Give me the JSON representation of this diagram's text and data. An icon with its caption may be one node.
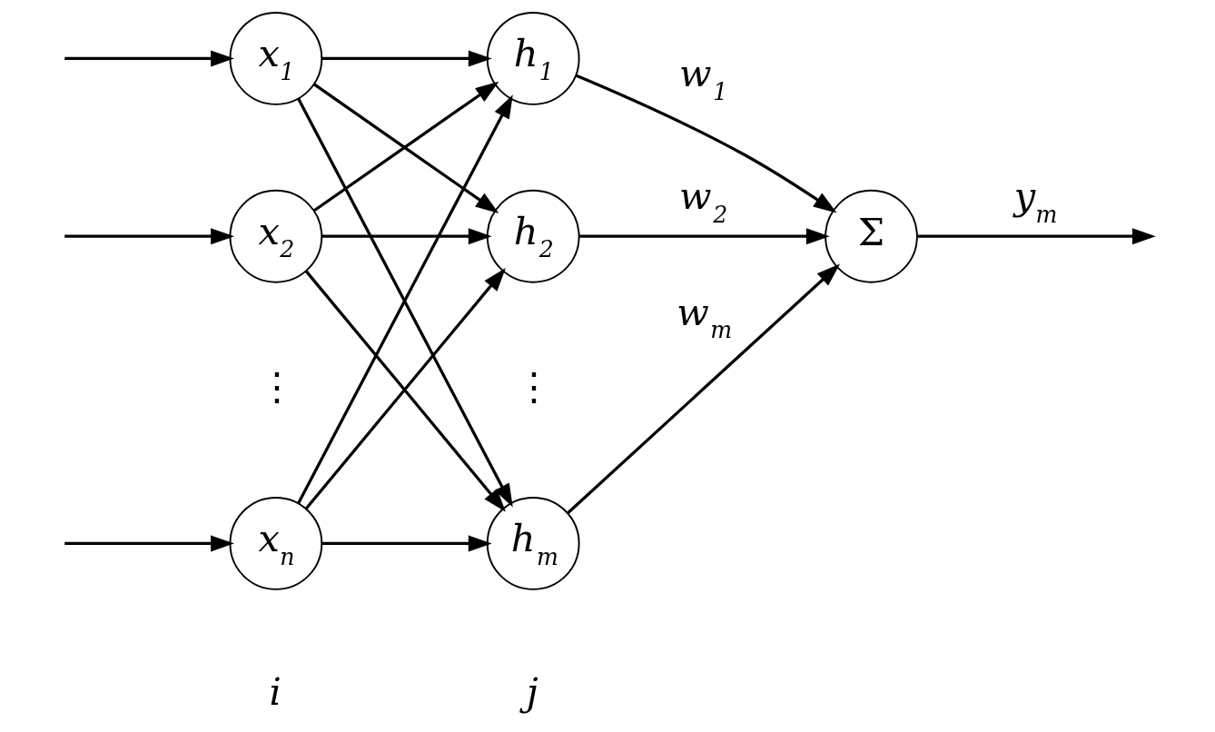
{
  "diagram": {
    "nodes": [
      {
        "text": [
          "x$_{1}$"
        ]
      },
      {
        "text": [
          "x$_{2}$"
        ]
      },
      {
        "text": [
          "x$_{n}$"
        ]
      },
      {
        "text": [
          "h$_{1}$"
        ]
      },
      {
        "text": [
          "h$_{2}$"
        ]
      },
      {
        "text": [
          "h$_{m}$"
        ]
      },
      {
        "text": [
          "Σ"
        ]
      }
    ],
    "edges": [
      {
        "from": null,
        "to": 0,
        "arrow": "to"
      },
      {
        "from": null,
        "to": 1,
        "arrow": "to"
      },
      {
        "from": null,
        "to": 2,
        "arrow": "to"
      },
      {
        "from": 0,
        "to": 3,
        "arrow": "to"
      },
      {
        "from": 0,
        "to": 4,
        "arrow": "to"
      },
      {
        "from": 0,
        "to": 5,
        "arrow": "to"
      },
      {
        "from": 1,
        "to": 3,
        "arrow": "to"
      },
      {
        "from": 1,
        "to": 4,
        "arrow": "to"
      },
      {
        "from": 1,
        "to": 5,
        "arrow": "to"
      },
      {
        "from": 2,
        "to": 3,
        "arrow": "to"
      },
      {
        "from": 2,
        "to": 4,
        "arrow": "to"
      },
      {
        "from": 2,
        "to": 5,
        "arrow": "to"
      },
      {
        "from": 3,
        "to": 6,
        "arrow": "to",
        "label": "w$_{1}$"
      },
      {
        "from": 4,
        "to": 6,
        "arrow": "to",
        "label": "w$_{2}$"
      },
      {
        "from": 5,
        "to": 6,
        "arrow": "to",
        "label": "w$_{m}$"
      },
      {
        "from": 6,
        "to": null,
        "arrow": "to",
        "label": "y$_{m}$"
      }
    ],
    "labels": [
      "⋮",
      "⋮",
      "i",
      "j"
    ]
  }
}
